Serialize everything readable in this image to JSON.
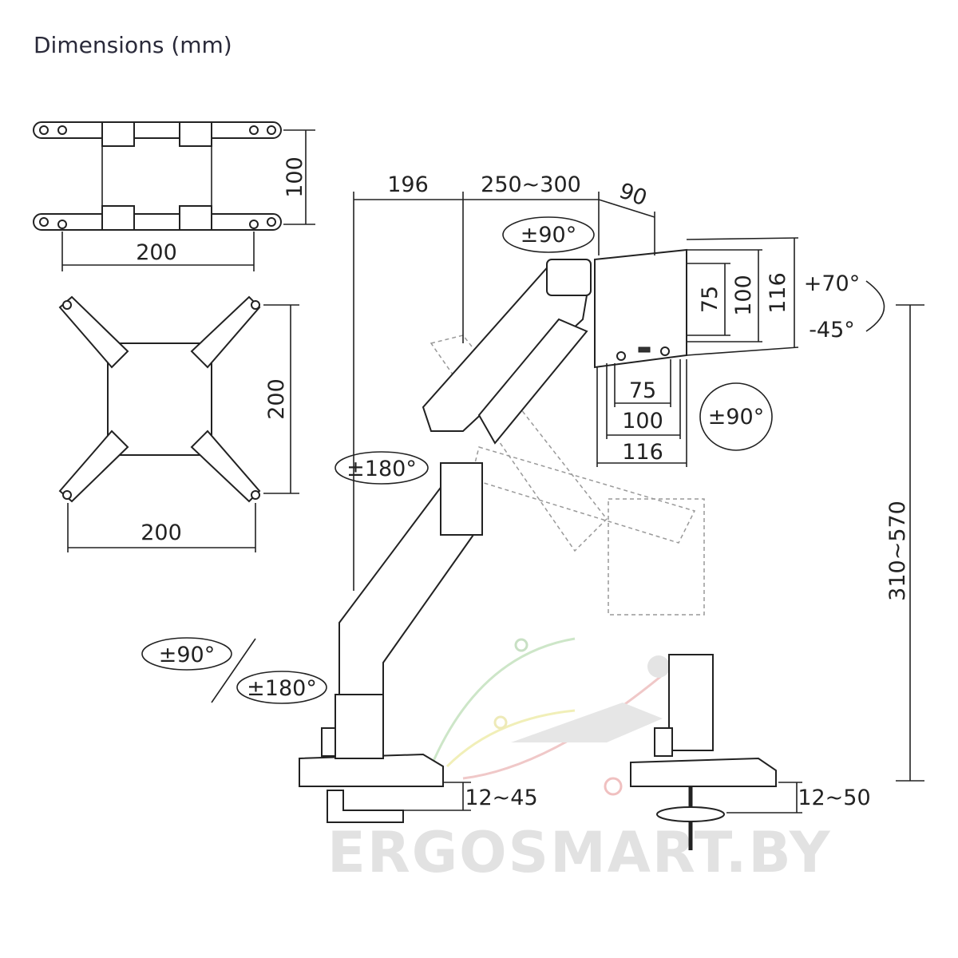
{
  "title": "Dimensions (mm)",
  "vesa_top": {
    "height": "100",
    "width": "200"
  },
  "vesa_bottom": {
    "height": "200",
    "width": "200"
  },
  "arm": {
    "reach_base": "196",
    "reach_arm": "250~300",
    "head_depth": "90",
    "rotate_head": "±90°",
    "plate_v": [
      "75",
      "100",
      "116"
    ],
    "plate_h": [
      "75",
      "100",
      "116"
    ],
    "tilt_up": "+70°",
    "tilt_down": "-45°",
    "rotate_plate": "±90°",
    "rotate_mid": "±180°",
    "height_range": "310~570",
    "rotate_base_a": "±90°",
    "rotate_base_b": "±180°",
    "clamp_range": "12~45",
    "grommet_range": "12~50"
  },
  "watermark": "ERGOSMART.BY"
}
